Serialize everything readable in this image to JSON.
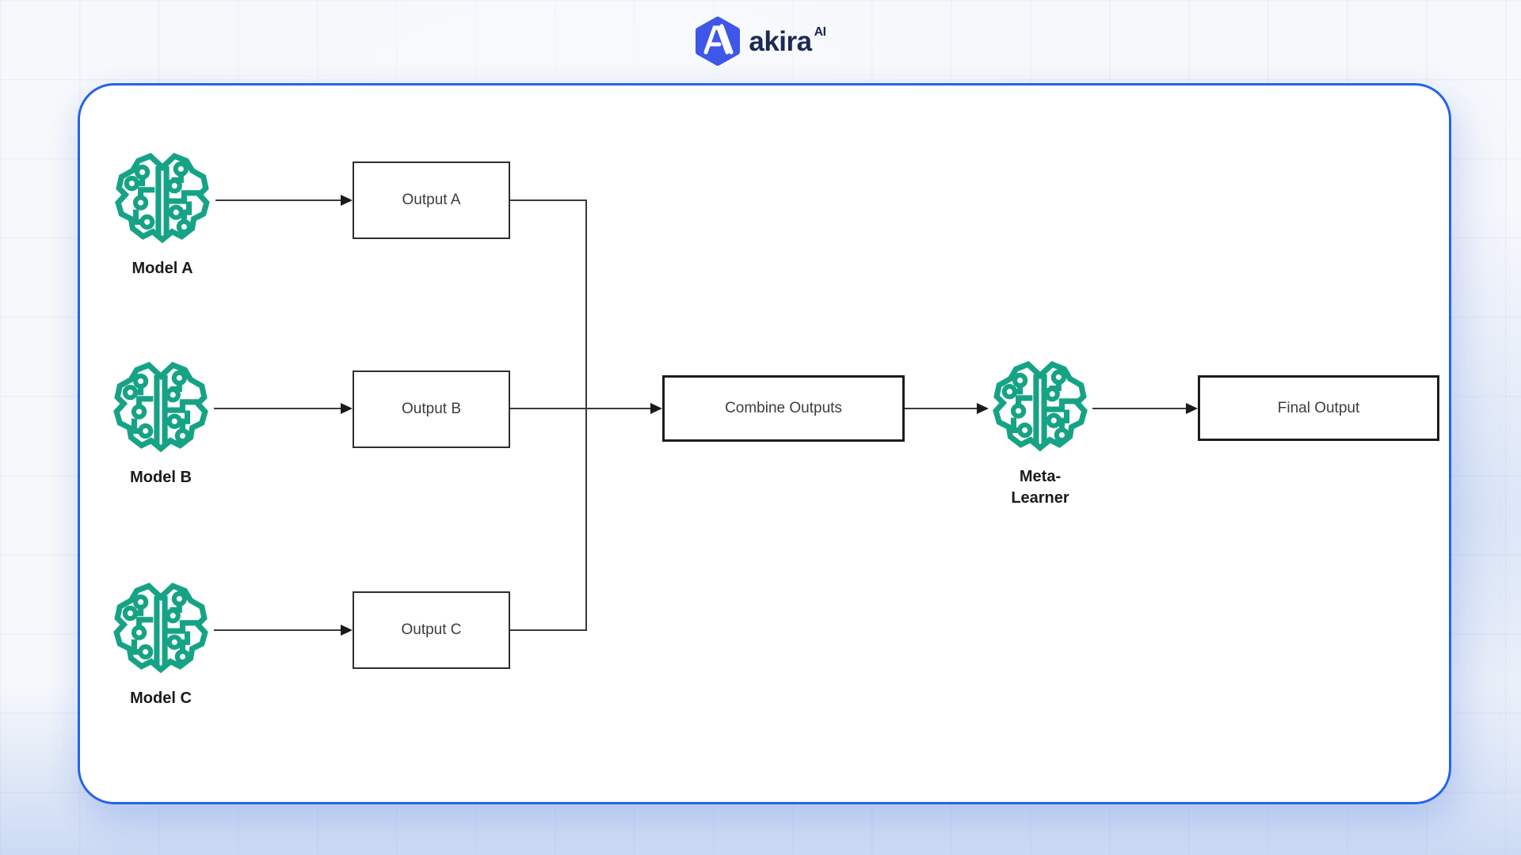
{
  "brand": {
    "name": "akira",
    "superscript": "AI",
    "logo_icon": "hexagon-a-icon"
  },
  "diagram": {
    "models": [
      {
        "label": "Model A"
      },
      {
        "label": "Model B"
      },
      {
        "label": "Model C"
      }
    ],
    "outputs": [
      {
        "label": "Output A"
      },
      {
        "label": "Output B"
      },
      {
        "label": "Output C"
      }
    ],
    "combine_label": "Combine Outputs",
    "meta_label_line1": "Meta-",
    "meta_label_line2": "Learner",
    "final_label": "Final Output",
    "icons": {
      "model_icon": "circuit-brain-icon",
      "meta_icon": "circuit-brain-icon"
    }
  },
  "colors": {
    "card_border_blue": "#2563eb",
    "icon_teal": "#16a385",
    "logo_hex_blue": "#3e57e8",
    "logo_text_navy": "#1c2a52",
    "connector_line": "#3a3a3a",
    "thin_box_border": "#2e2e2e",
    "thick_box_border": "#1c1c1c",
    "background": "#f6f8fb"
  }
}
